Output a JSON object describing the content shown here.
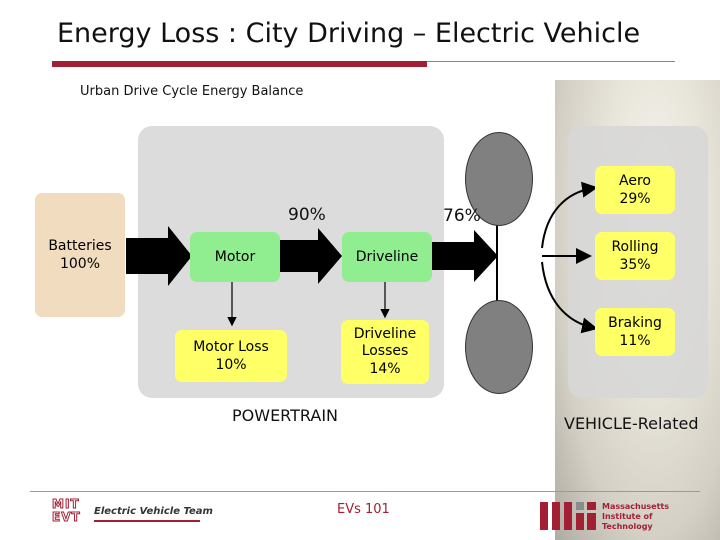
{
  "title": "Energy Loss : City Driving – Electric Vehicle",
  "subtitle": "Urban Drive Cycle Energy Balance",
  "boxes": {
    "batteries": "Batteries\n100%",
    "motor": "Motor",
    "driveline": "Driveline",
    "motor_loss": "Motor Loss\n10%",
    "driveline_losses": "Driveline\nLosses\n14%",
    "aero": "Aero\n29%",
    "rolling": "Rolling\n35%",
    "braking": "Braking\n11%"
  },
  "flows": {
    "after_motor": "90%",
    "after_driveline": "76%"
  },
  "sections": {
    "powertrain": "POWERTRAIN",
    "vehicle": "VEHICLE-Related"
  },
  "footer": {
    "left_logo_text": "Electric Vehicle Team",
    "left_logo_mark": "MIT EVT",
    "center": "EVs 101",
    "right_logo_text": "Massachusetts Institute of Technology",
    "right_logo_mark": "MIT"
  },
  "colors": {
    "accent": "#a31f34",
    "panel": "#dcdcdc",
    "batteries": "#f2dcc0",
    "motor": "#90ee90",
    "yellow": "#ffff66",
    "wheel": "#808080"
  }
}
